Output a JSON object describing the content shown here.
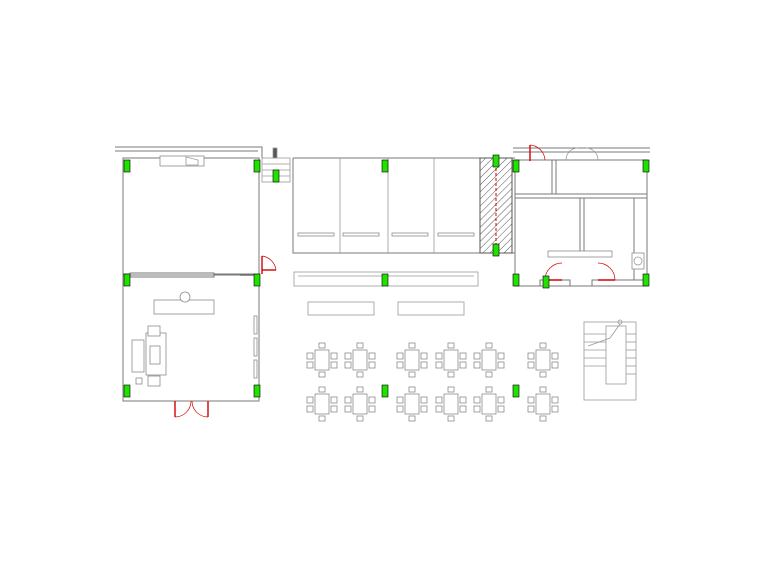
{
  "drawing": {
    "type": "architectural floor plan",
    "colors": {
      "wall": "#7a7a7a",
      "furniture": "#8c8c8c",
      "column_fill": "#22e000",
      "column_outline": "#000000",
      "door_leaf": "#d40000",
      "hatch": "#555555",
      "background": "#ffffff"
    },
    "rooms": [
      {
        "id": "upper-left-room",
        "icon": "room"
      },
      {
        "id": "lounge-room",
        "icon": "room"
      },
      {
        "id": "storage-row",
        "icon": "shelving"
      },
      {
        "id": "dining-area",
        "icon": "tables"
      },
      {
        "id": "service-block",
        "icon": "rooms"
      },
      {
        "id": "stairwell",
        "icon": "stairs"
      }
    ],
    "dining_tables": {
      "rows": 2,
      "per_row": 6,
      "chairs_per_table": 6
    },
    "storage_bays": 4,
    "columns": 18,
    "doors": 6
  }
}
